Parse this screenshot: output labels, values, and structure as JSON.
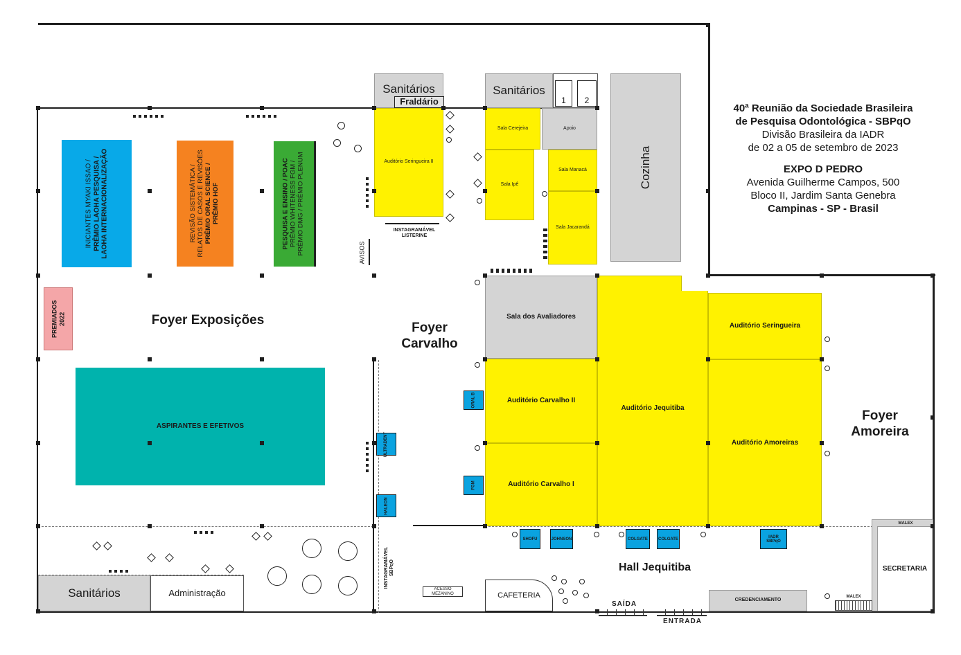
{
  "event": {
    "title_line1": "40ª Reunião da Sociedade Brasileira",
    "title_line2": "de Pesquisa Odontológica - SBPqO",
    "division": "Divisão Brasileira da IADR",
    "dates": "de 02 a 05 de setembro de 2023",
    "venue": "EXPO D PEDRO",
    "address1": "Avenida Guilherme Campos, 500",
    "address2": "Bloco II, Jardim Santa Genebra",
    "city": "Campinas - SP - Brasil"
  },
  "foyers": {
    "exposicoes": "Foyer Exposições",
    "carvalho": "Foyer\nCarvalho",
    "amoreira": "Foyer\nAmoreira",
    "hall": "Hall Jequitiba"
  },
  "rooms": {
    "sanitarios_top1": "Sanitários",
    "fraldario": "Fraldário",
    "sanitarios_top2": "Sanitários",
    "stall1": "1",
    "stall2": "2",
    "auditorio_seringueira_ii": "Auditório Seringueira II",
    "sala_cerejeira": "Sala Cerejeira",
    "apoio": "Apoio",
    "sala_ipe": "Sala Ipê",
    "sala_manaca": "Sala Manacá",
    "sala_jacaranda": "Sala Jacarandá",
    "cozinha": "Cozinha",
    "sala_avaliadores": "Sala dos Avaliadores",
    "auditorio_seringueira": "Auditório Seringueira",
    "auditorio_jequitiba": "Auditório Jequitiba",
    "auditorio_carvalho_ii": "Auditório Carvalho II",
    "auditorio_carvalho_i": "Auditório Carvalho I",
    "auditorio_amoreiras": "Auditório Amoreiras",
    "sanitarios_bottom": "Sanitários",
    "administracao": "Administração",
    "cafeteria": "CAFETERIA",
    "credenciamento": "CREDENCIAMENTO",
    "secretaria": "SECRETARIA",
    "malex_top": "MALEX",
    "malex_bottom": "MALEX",
    "acesso_mezanino": "ACESSO\nMEZANINO",
    "instagramavel_listerine": "INSTAGRAMÁVEL\nLISTERINE",
    "instagramavel_sbpqo": "INSTAGRAMÁVEL\nSBPqO",
    "avisos": "AVISOS",
    "saida": "SAÍDA",
    "entrada": "ENTRADA"
  },
  "exhibits": {
    "iniciantes_line1": "INICIANTES MYAKI ISSAO /",
    "iniciantes_line2": "PRÊMIO LAOHA PESQUISA /",
    "iniciantes_line3": "LAOHA INTERNACIONALIZAÇÃO",
    "revisao_line1": "REVISÃO SISTEMÁTICA /",
    "revisao_line2": "RELATOS DE CASOS E REVISÕES",
    "revisao_line3": "PRÊMIO ORAL SCIENCE /",
    "revisao_line4": "PRÊMIO HOF",
    "pesquisa_line1": "PESQUISA E ENSINO / POAC",
    "pesquisa_line2": "PRÊMIO WHITENESS FGM /",
    "pesquisa_line3": "PRÊMIO DMG / PRÊMIO PLENUM",
    "premiados": "PREMIADOS\n2022",
    "aspirantes": "ASPIRANTES E EFETIVOS"
  },
  "booths": {
    "oral_b": "ORAL B",
    "fgm": "FGM",
    "ultradent": "ULTRADENT",
    "haleon": "HALEON",
    "shofu": "SHOFU",
    "johnson": "JOHNSON",
    "colgate1": "COLGATE",
    "colgate2": "COLGATE",
    "iadr_sbpqo": "IADR\nSBPqO"
  },
  "colors": {
    "auditorium": "#fff200",
    "service": "#d4d4d4",
    "booth": "#0aa3e0",
    "iniciantes": "#08a9e8",
    "revisao": "#f58220",
    "pesquisa": "#3aaa35",
    "premiados": "#f4a6a8",
    "aspirantes": "#00b3ad"
  }
}
